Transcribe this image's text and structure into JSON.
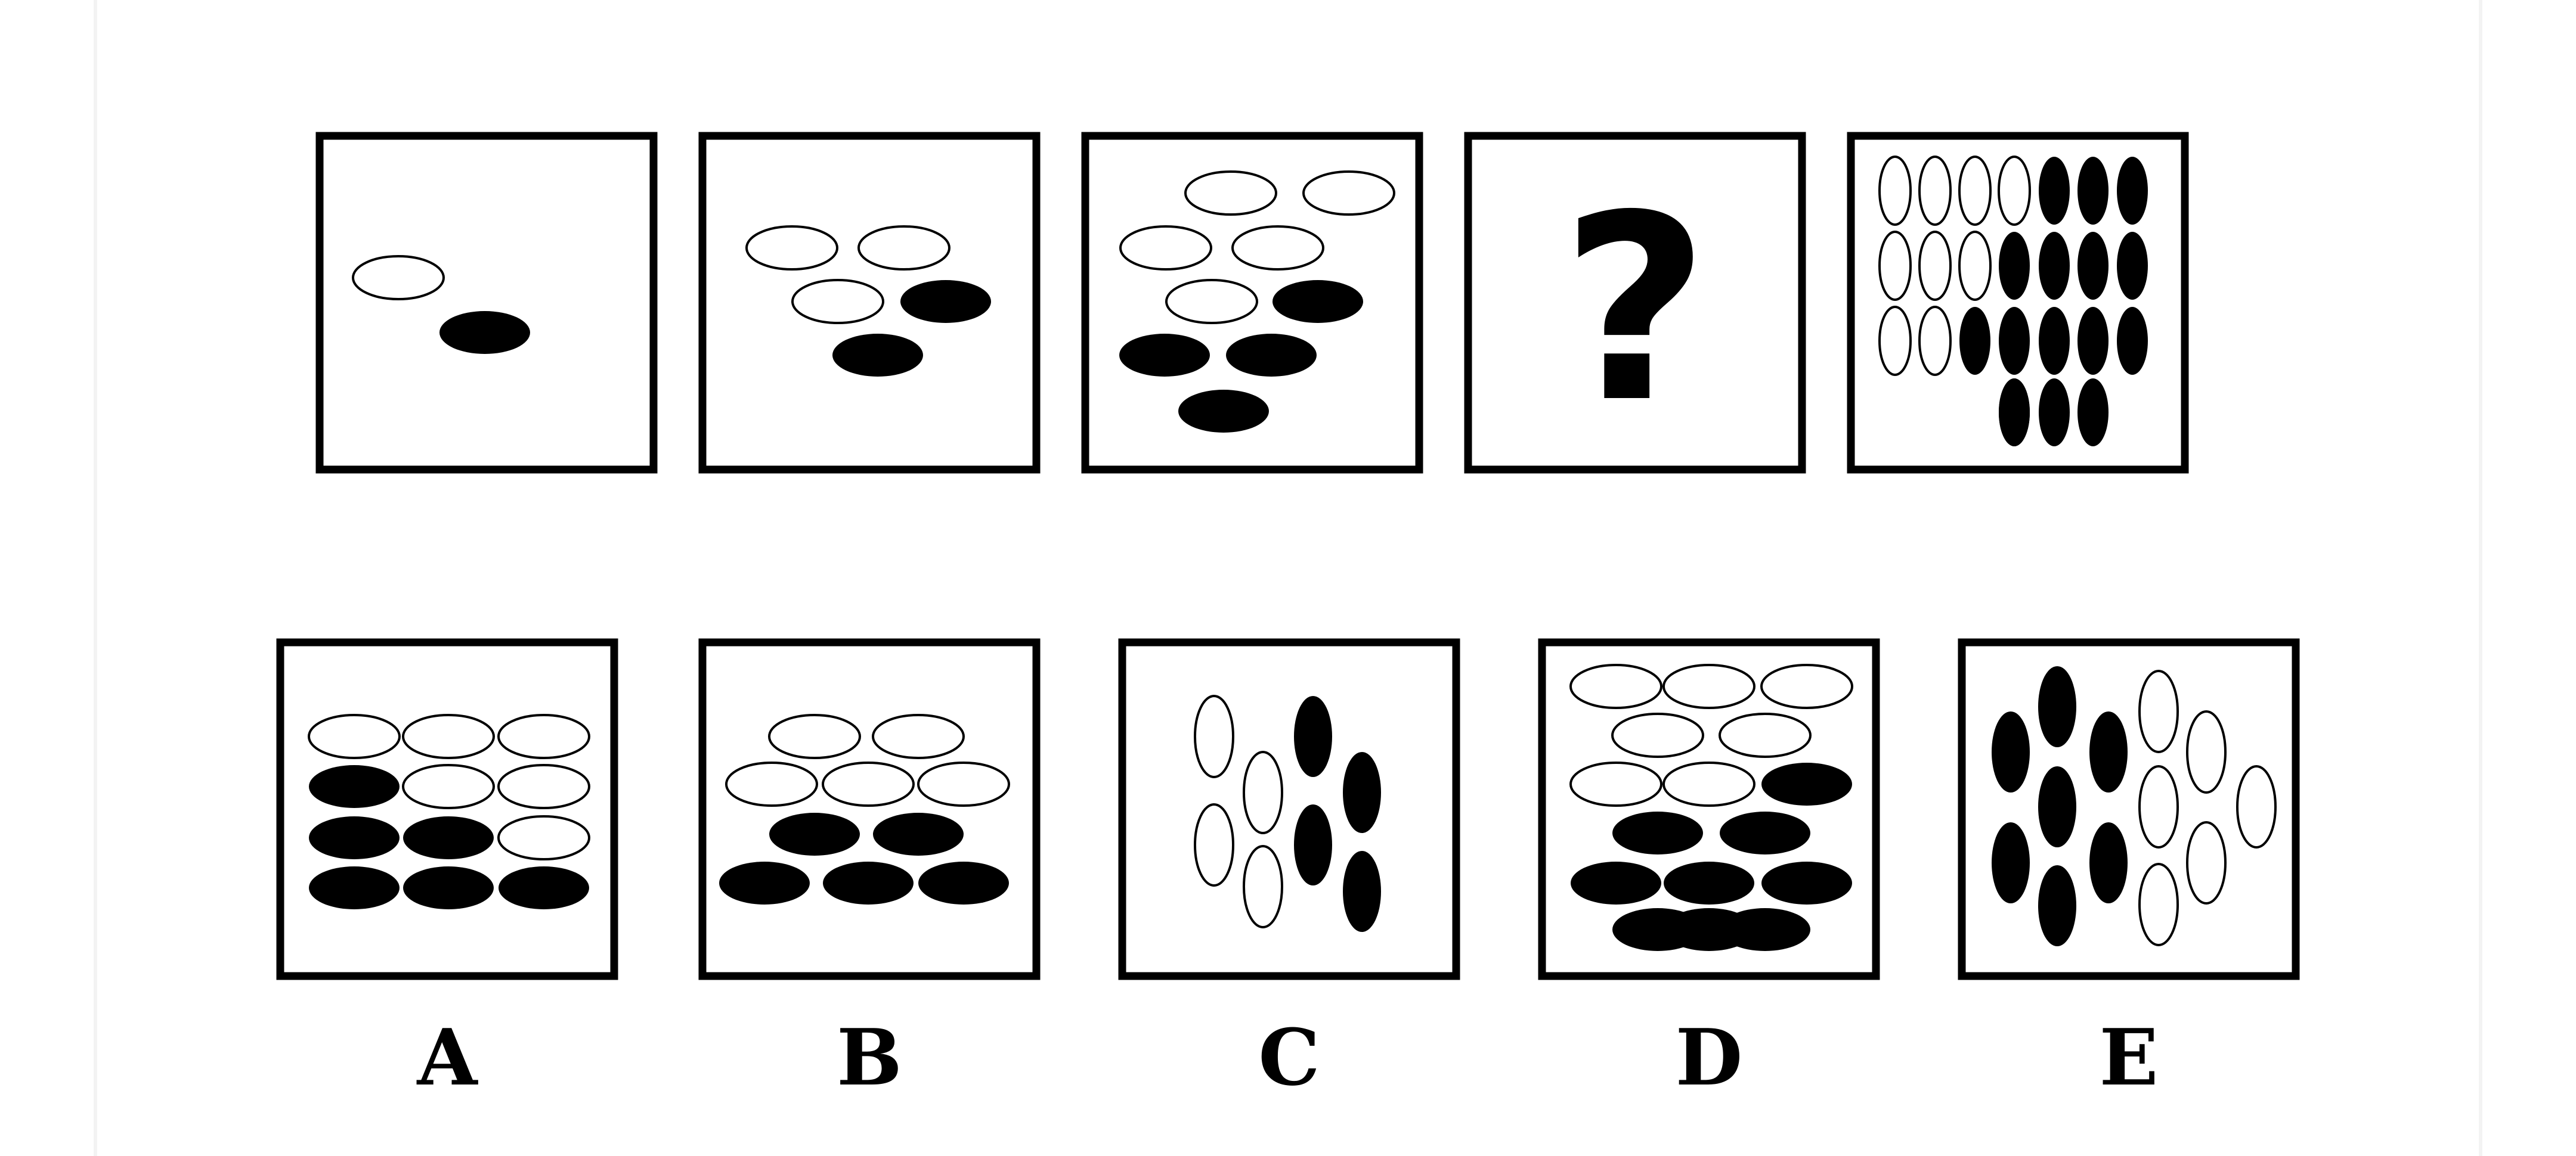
{
  "puzzle": {
    "sequence": [
      {
        "id": "panel-1",
        "white_ovals": 1,
        "black_ovals": 1
      },
      {
        "id": "panel-2",
        "white_ovals": 3,
        "black_ovals": 2
      },
      {
        "id": "panel-3",
        "white_ovals": 5,
        "black_ovals": 4
      },
      {
        "id": "panel-missing",
        "symbol": "?"
      },
      {
        "id": "panel-5",
        "white_ovals": 9,
        "black_ovals": 15
      }
    ],
    "options": [
      {
        "label": "A",
        "white_ovals": 6,
        "black_ovals": 6
      },
      {
        "label": "B",
        "white_ovals": 5,
        "black_ovals": 5
      },
      {
        "label": "C",
        "white_ovals": 4,
        "black_ovals": 4
      },
      {
        "label": "D",
        "white_ovals": 7,
        "black_ovals": 9
      },
      {
        "label": "E",
        "white_ovals": 6,
        "black_ovals": 7
      }
    ]
  },
  "colors": {
    "ink": "#000000",
    "paper": "#ffffff",
    "frame_shadow": "#f2f2f2"
  }
}
